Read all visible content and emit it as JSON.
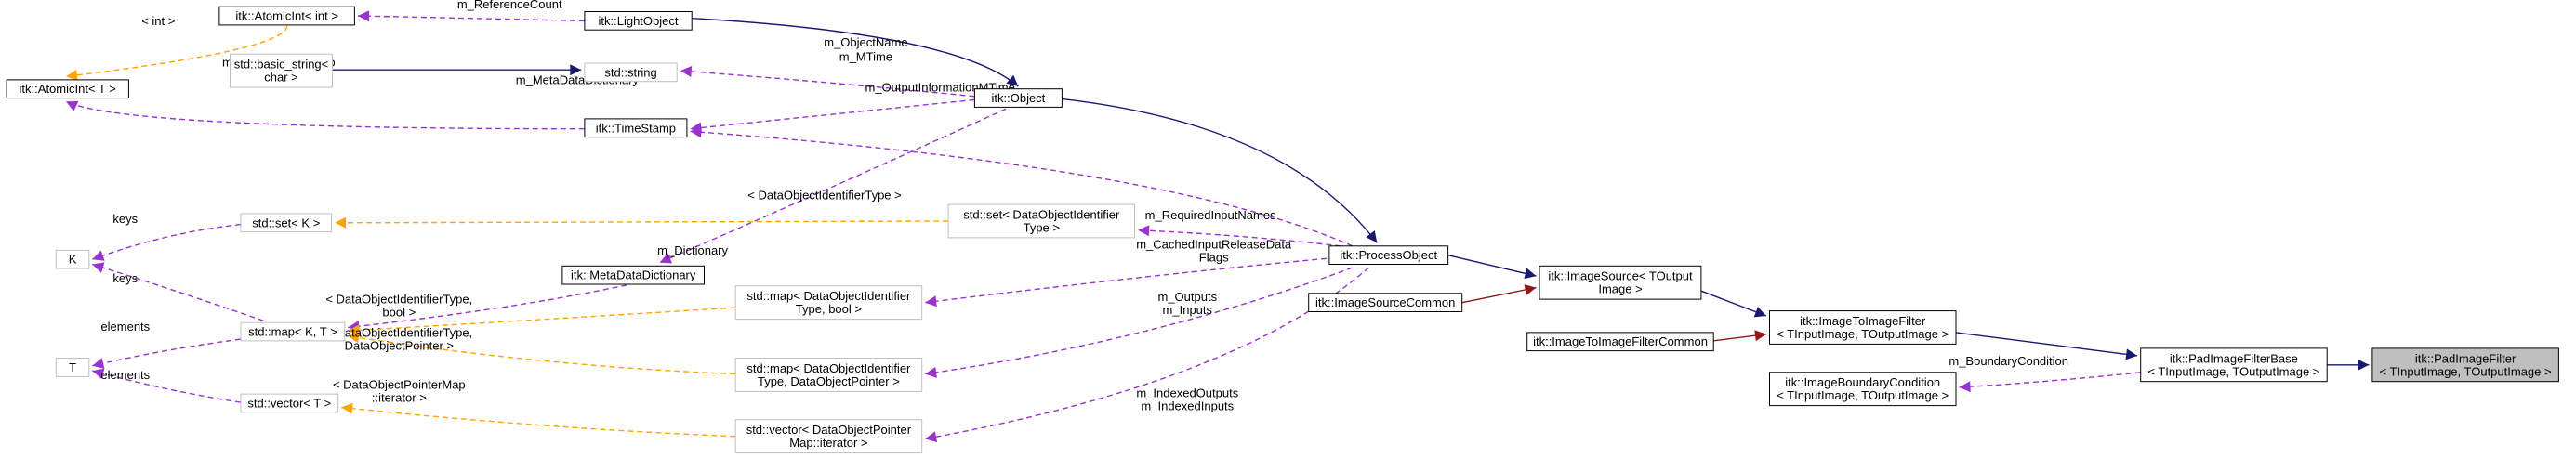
{
  "diagram": {
    "colors": {
      "inheritance": "#191970",
      "private_inheritance": "#8b1a1a",
      "usage": "#9a32cd",
      "template": "#ffa500",
      "node_border": "#000000",
      "node_border_muted": "#bfbfbf",
      "highlight_fill": "#bfbfbf",
      "node_fill": "#ffffff"
    },
    "nodes": {
      "atomicint_int": [
        "itk::AtomicInt< int >"
      ],
      "lightobject": [
        "itk::LightObject"
      ],
      "atomicint_t": [
        "itk::AtomicInt< T >"
      ],
      "basic_string": [
        "std::basic_string<",
        "char >"
      ],
      "std_string": [
        "std::string"
      ],
      "object": [
        "itk::Object"
      ],
      "timestamp": [
        "itk::TimeStamp"
      ],
      "k": [
        "K"
      ],
      "set_k": [
        "std::set< K >"
      ],
      "set_dataobj": [
        "std::set< DataObjectIdentifier",
        "Type >"
      ],
      "processobject": [
        "itk::ProcessObject"
      ],
      "metadatadictionary": [
        "itk::MetaDataDictionary"
      ],
      "map_kt": [
        "std::map< K, T >"
      ],
      "map_bool": [
        "std::map< DataObjectIdentifier",
        "Type, bool >"
      ],
      "imagesource": [
        "itk::ImageSource< TOutput",
        "Image >"
      ],
      "imagesourcecommon": [
        "itk::ImageSourceCommon"
      ],
      "t": [
        "T"
      ],
      "imagetoimagefilter": [
        "itk::ImageToImageFilter",
        "< TInputImage, TOutputImage >"
      ],
      "imagetoimagefiltercommon": [
        "itk::ImageToImageFilterCommon"
      ],
      "map_pointer": [
        "std::map< DataObjectIdentifier",
        "Type, DataObjectPointer >"
      ],
      "padimagefilterbase": [
        "itk::PadImageFilterBase",
        "< TInputImage, TOutputImage >"
      ],
      "padimagefilter": [
        "itk::PadImageFilter",
        "< TInputImage, TOutputImage >"
      ],
      "boundarycondition": [
        "itk::ImageBoundaryCondition",
        "< TInputImage, TOutputImage >"
      ],
      "vector_t": [
        "std::vector< T >"
      ],
      "vector_iter": [
        "std::vector< DataObjectPointer",
        "Map::iterator >"
      ]
    },
    "labels": {
      "m_referencecount": [
        "m_ReferenceCount"
      ],
      "int_tpl": [
        "< int >"
      ],
      "m_objectname": [
        "m_ObjectName"
      ],
      "m_globaltimestamp": [
        "m_GlobalTimeStamp"
      ],
      "m_mtime": [
        "m_MTime"
      ],
      "m_metadatadictionary": [
        "m_MetaDataDictionary"
      ],
      "m_outputinformationmtime": [
        "m_OutputInformationMTime"
      ],
      "dataobj_tpl": [
        "< DataObjectIdentifierType >"
      ],
      "m_requiredinputnames": [
        "m_RequiredInputNames"
      ],
      "keys_1": [
        "keys"
      ],
      "m_dictionary": [
        "m_Dictionary"
      ],
      "m_cachedinput": [
        "m_CachedInputReleaseData",
        "Flags"
      ],
      "keys_2": [
        "keys"
      ],
      "dataobj_bool_tpl": [
        "< DataObjectIdentifierType,",
        "bool >"
      ],
      "m_outputs_inputs": [
        "m_Outputs",
        "m_Inputs"
      ],
      "elements_1": [
        "elements"
      ],
      "dataobj_pointer_tpl": [
        "< DataObjectIdentifierType,",
        "DataObjectPointer >"
      ],
      "m_boundarycondition": [
        "m_BoundaryCondition"
      ],
      "elements_2": [
        "elements"
      ],
      "pointermap_tpl": [
        "< DataObjectPointerMap",
        "::iterator >"
      ],
      "m_indexed": [
        "m_IndexedOutputs",
        "m_IndexedInputs"
      ]
    }
  }
}
